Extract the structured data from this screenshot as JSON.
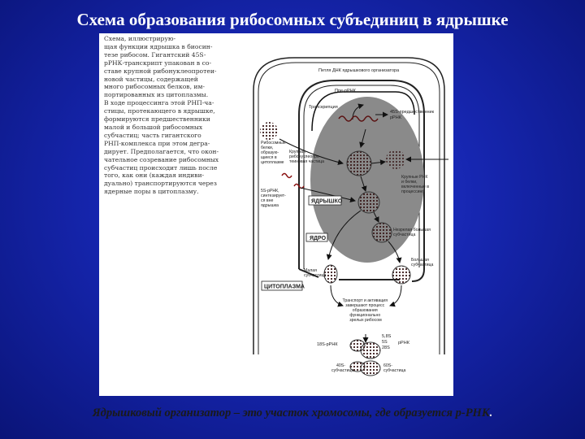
{
  "slide": {
    "title": "Схема образования рибосомных субъединиц в ядрышке",
    "caption": "Ядрышковый организатор – это участок хромосомы, где образуется р-РНК",
    "caption_tail": "."
  },
  "description_lines": [
    "Схема, иллюстрирую-",
    "щая функции ядрышка в биосин-",
    "тезе рибосом. Гигантский 45S-",
    "рРНК-транскрипт упакован в со-",
    "ставе крупной рибонуклеопротеи-",
    "новой частицы, содержащей",
    "много рибосомных белков, им-",
    "портированных из цитоплазмы.",
    "В ходе процессинга этой РНП-ча-",
    "стицы, протекающего в ядрышке,",
    "формируются предшественники",
    "малой и большой рибосомных",
    "субчастиц; часть гигантского",
    "РНП-комплекса при этом дегра-",
    "дирует. Предполагается, что окон-",
    "чательное созревание рибосомных",
    "субчастиц происходит лишь после",
    "того, как они (каждая индиви-",
    "дуально) транспортируются через",
    "ядерные поры в цитоплазму."
  ],
  "diagram": {
    "organizer": [
      "Петля ДНК ядрышкового организатора"
    ],
    "prerna": "Пре-рРНК",
    "transcription": "Транскрипция",
    "rrna45s": [
      "45S-предшественник",
      "рРНК"
    ],
    "ribo_proteins": [
      "Рибосомные",
      "белки,",
      "образую-",
      "щиеся в",
      "цитоплазме"
    ],
    "big_particle": [
      "Крупная",
      "рибонуклеопро-",
      "теиновая частица"
    ],
    "degrading": [
      "Крупные РНК",
      "и белки,",
      "включенные в",
      "процессинг"
    ],
    "rna5s": [
      "5S-рРНК,",
      "синтезирует-",
      "ся вне",
      "ядрышка"
    ],
    "nucleolus": "ЯДРЫШКО",
    "immature_large": [
      "Незрелая большая",
      "субчастица"
    ],
    "nucleus": "ЯДРО",
    "large_sub": [
      "Большая",
      "субчастица"
    ],
    "small_sub": [
      "Малая",
      "субчастица"
    ],
    "cytoplasm": "ЦИТОПЛАЗМА",
    "transport": [
      "Транспорт и активация",
      "завершают процесс",
      "образования",
      "функционально",
      "зрелых рибосом"
    ],
    "rrna_18s": "18S-рРНК",
    "rrna_label": "рРНК",
    "rrna_list": [
      "5,8S",
      "5S",
      "28S"
    ],
    "sub40s": [
      "40S-",
      "субчастица"
    ],
    "sub60s": [
      "60S-",
      "субчастица"
    ]
  }
}
